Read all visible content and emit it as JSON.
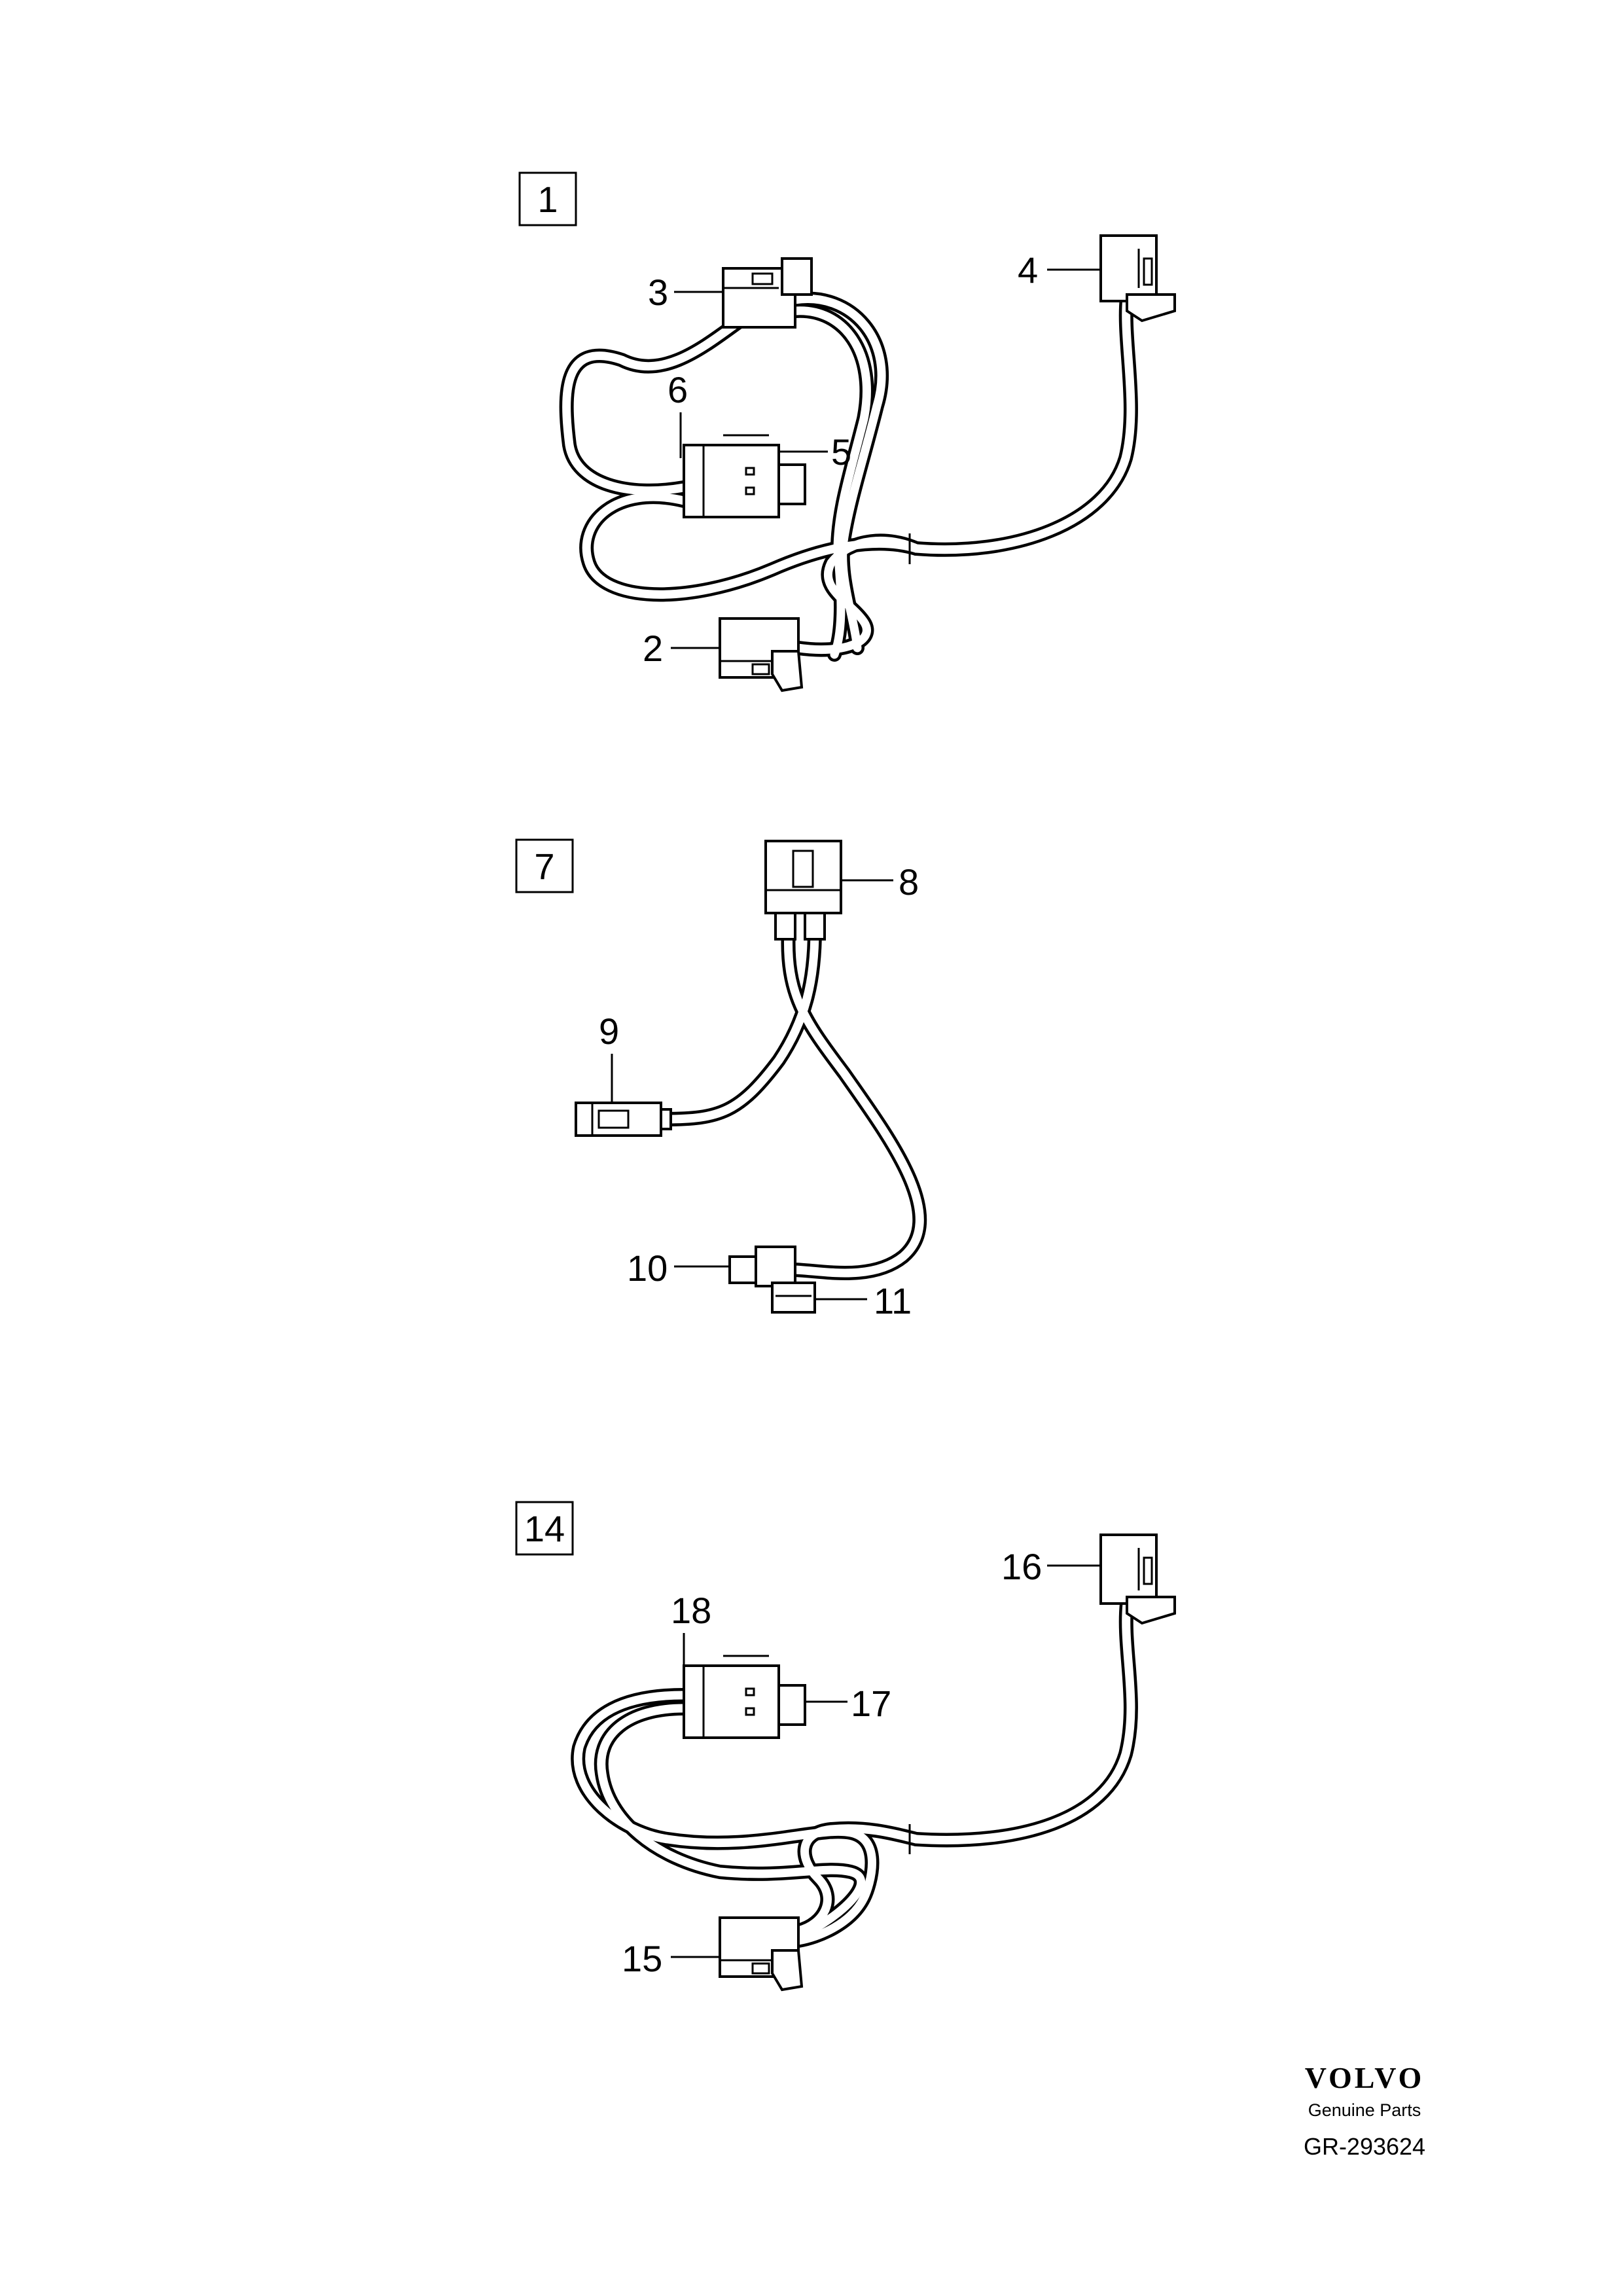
{
  "groups": [
    {
      "number": "1",
      "callouts": {
        "c2": "2",
        "c3": "3",
        "c4": "4",
        "c5": "5",
        "c6": "6"
      }
    },
    {
      "number": "7",
      "callouts": {
        "c8": "8",
        "c9": "9",
        "c10": "10",
        "c11": "11"
      }
    },
    {
      "number": "14",
      "callouts": {
        "c15": "15",
        "c16": "16",
        "c17": "17",
        "c18": "18"
      }
    }
  ],
  "footer": {
    "brand": "VOLVO",
    "tagline": "Genuine Parts",
    "reference": "GR-293624"
  }
}
